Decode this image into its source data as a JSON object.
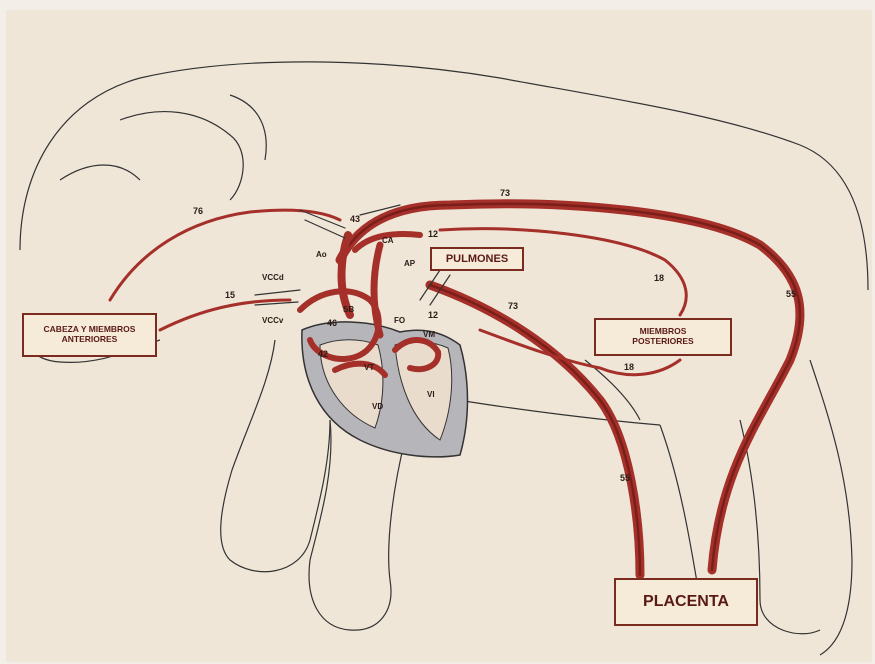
{
  "labels": {
    "cabeza_line1": "CABEZA Y MIEMBROS",
    "cabeza_line2": "ANTERIORES",
    "pulmones": "PULMONES",
    "miembros_line1": "MIEMBROS",
    "miembros_line2": "POSTERIORES",
    "placenta": "PLACENTA"
  },
  "abbreviations": {
    "ao": "Ao",
    "vccd": "VCCd",
    "vccv": "VCCv",
    "sb": "SB",
    "fo": "FO",
    "ap": "AP",
    "ca": "CA",
    "vm": "VM",
    "vt": "VT",
    "vd": "VD",
    "vi": "VI"
  },
  "flow_values": {
    "v76": "76",
    "v43": "43",
    "v73_top": "73",
    "v12_top": "12",
    "v15": "15",
    "v46": "46",
    "v12_mid": "12",
    "v42": "42",
    "v73_mid": "73",
    "v18_top": "18",
    "v18_bottom": "18",
    "v55_right": "55",
    "v55_lower": "55"
  },
  "colors": {
    "background": "#efe6d8",
    "vessel": "#a5302a",
    "vessel_dark": "#7a1e1a",
    "heart_wall": "#b5b5ba",
    "outline": "#333333"
  }
}
